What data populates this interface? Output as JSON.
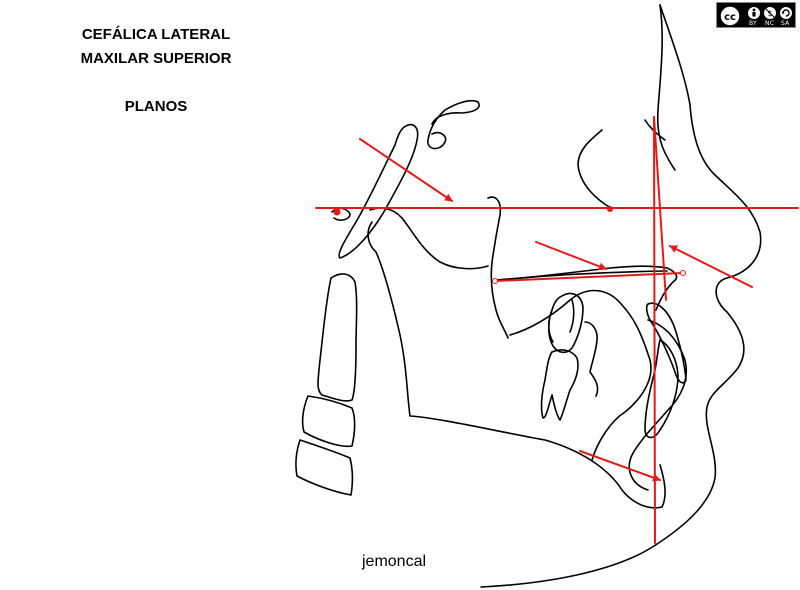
{
  "title_lines": [
    "CEFÁLICA LATERAL",
    "MAXILAR SUPERIOR",
    "PLANOS"
  ],
  "author": "jemoncal",
  "license": {
    "icons": [
      "cc-icon",
      "by-icon",
      "nc-icon",
      "sa-icon"
    ],
    "labels": [
      "BY",
      "NC",
      "SA"
    ]
  },
  "colors": {
    "outline": "#000000",
    "planes": "#e41a1a"
  }
}
